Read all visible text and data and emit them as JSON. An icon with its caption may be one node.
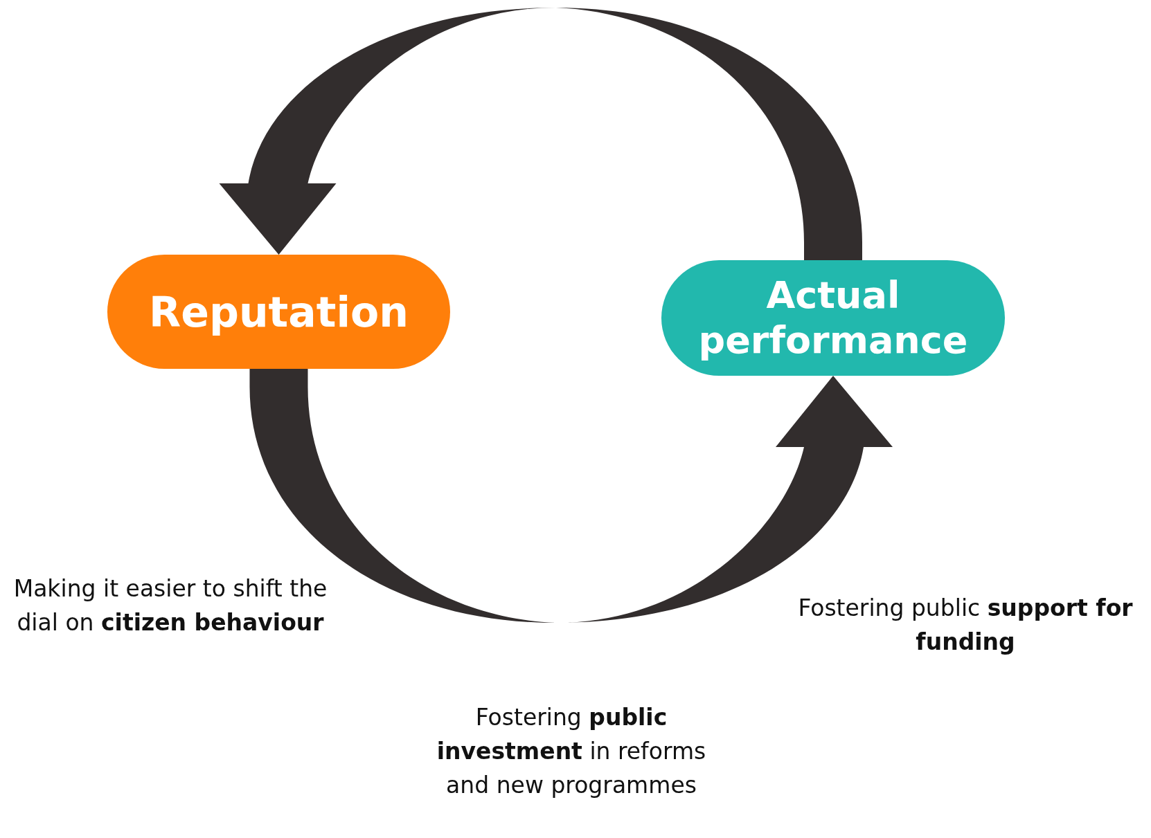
{
  "diagram": {
    "nodes": [
      {
        "text": [
          "Reputation"
        ]
      },
      {
        "text": [
          "Actual performance"
        ]
      },
      {
        "text": [
          "Making it easier to shift the dial on **citizen behaviour**"
        ]
      },
      {
        "text": [
          "Fostering public **support for funding**"
        ]
      },
      {
        "text": [
          "Fostering **public investment** in reforms and new programmes"
        ]
      }
    ],
    "edges": [
      {
        "from": 1,
        "to": 0,
        "arrow": "to"
      },
      {
        "from": 0,
        "to": 1,
        "arrow": "to"
      }
    ]
  }
}
